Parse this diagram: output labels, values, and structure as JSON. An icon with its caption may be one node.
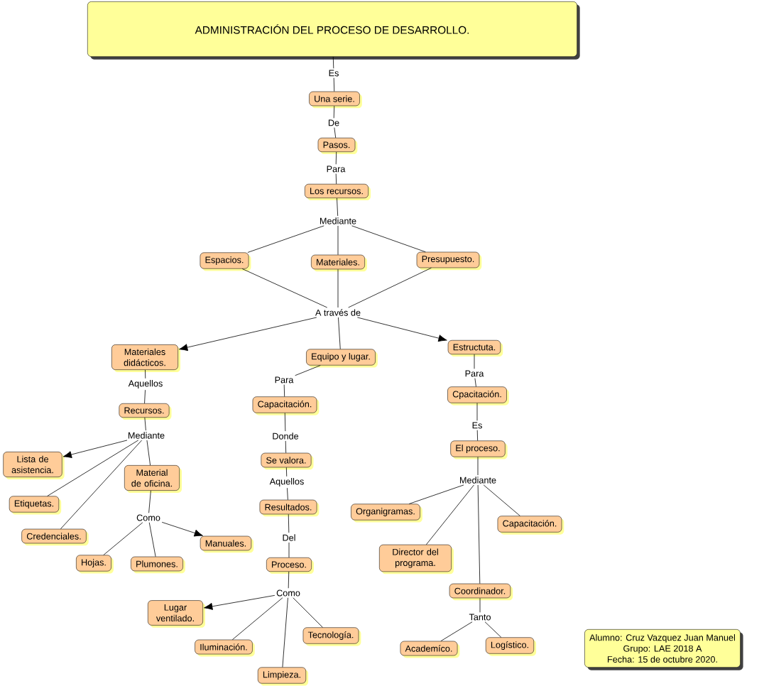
{
  "diagram": {
    "nodes": [
      {
        "text": [
          "ADMINISTRACIÓN DEL PROCESO DE DESARROLLO."
        ]
      },
      {
        "text": [
          "Es"
        ]
      },
      {
        "text": [
          "Una serie."
        ]
      },
      {
        "text": [
          "De"
        ]
      },
      {
        "text": [
          "Pasos."
        ]
      },
      {
        "text": [
          "Para"
        ]
      },
      {
        "text": [
          "Los recursos."
        ]
      },
      {
        "text": [
          "Mediante"
        ]
      },
      {
        "text": [
          "Espacios."
        ]
      },
      {
        "text": [
          "Materiales."
        ]
      },
      {
        "text": [
          "Presupuesto."
        ]
      },
      {
        "text": [
          "A través de"
        ]
      },
      {
        "text": [
          "Materiales didácticos."
        ]
      },
      {
        "text": [
          "Equipo y lugar."
        ]
      },
      {
        "text": [
          "Estructuta."
        ]
      },
      {
        "text": [
          "Aquellos"
        ]
      },
      {
        "text": [
          "Recursos."
        ]
      },
      {
        "text": [
          "Para"
        ]
      },
      {
        "text": [
          "Capacitación."
        ]
      },
      {
        "text": [
          "Para"
        ]
      },
      {
        "text": [
          "Cpacitación."
        ]
      },
      {
        "text": [
          "Mediante"
        ]
      },
      {
        "text": [
          "Lista de asistencia."
        ]
      },
      {
        "text": [
          "Material de oficina."
        ]
      },
      {
        "text": [
          "Etiquetas."
        ]
      },
      {
        "text": [
          "Credenciales."
        ]
      },
      {
        "text": [
          "Como"
        ]
      },
      {
        "text": [
          "Hojas."
        ]
      },
      {
        "text": [
          "Plumones."
        ]
      },
      {
        "text": [
          "Manuales."
        ]
      },
      {
        "text": [
          "Donde"
        ]
      },
      {
        "text": [
          "Se valora."
        ]
      },
      {
        "text": [
          "Aquellos"
        ]
      },
      {
        "text": [
          "Resultados."
        ]
      },
      {
        "text": [
          "Del"
        ]
      },
      {
        "text": [
          "Proceso."
        ]
      },
      {
        "text": [
          "Como"
        ]
      },
      {
        "text": [
          "Lugar ventilado."
        ]
      },
      {
        "text": [
          "Iluminación."
        ]
      },
      {
        "text": [
          "Tecnología."
        ]
      },
      {
        "text": [
          "Limpieza."
        ]
      },
      {
        "text": [
          "Es"
        ]
      },
      {
        "text": [
          "El proceso."
        ]
      },
      {
        "text": [
          "Mediante"
        ]
      },
      {
        "text": [
          "Organigramas."
        ]
      },
      {
        "text": [
          "Director del programa."
        ]
      },
      {
        "text": [
          "Capacitación."
        ]
      },
      {
        "text": [
          "Coordinador."
        ]
      },
      {
        "text": [
          "Tanto"
        ]
      },
      {
        "text": [
          "Academíco."
        ]
      },
      {
        "text": [
          "Logístico."
        ]
      },
      {
        "text": [
          "Alumno: Cruz Vazquez Juan Manuel",
          "Grupo: LAE 2018 A",
          "Fecha: 15 de octubre 2020."
        ]
      }
    ],
    "edges": [
      {
        "from": 0,
        "to": 1,
        "arrow": "none"
      },
      {
        "from": 1,
        "to": 2,
        "arrow": "none"
      },
      {
        "from": 2,
        "to": 3,
        "arrow": "none"
      },
      {
        "from": 3,
        "to": 4,
        "arrow": "none"
      },
      {
        "from": 4,
        "to": 5,
        "arrow": "none"
      },
      {
        "from": 5,
        "to": 6,
        "arrow": "none"
      },
      {
        "from": 6,
        "to": 7,
        "arrow": "none"
      },
      {
        "from": 7,
        "to": 8,
        "arrow": "none"
      },
      {
        "from": 7,
        "to": 9,
        "arrow": "none"
      },
      {
        "from": 7,
        "to": 10,
        "arrow": "none"
      },
      {
        "from": 8,
        "to": 11,
        "arrow": "none"
      },
      {
        "from": 9,
        "to": 11,
        "arrow": "none"
      },
      {
        "from": 10,
        "to": 11,
        "arrow": "none"
      },
      {
        "from": 11,
        "to": 12,
        "arrow": "to"
      },
      {
        "from": 11,
        "to": 13,
        "arrow": "none"
      },
      {
        "from": 11,
        "to": 14,
        "arrow": "to"
      },
      {
        "from": 12,
        "to": 15,
        "arrow": "none"
      },
      {
        "from": 15,
        "to": 16,
        "arrow": "none"
      },
      {
        "from": 16,
        "to": 21,
        "arrow": "none"
      },
      {
        "from": 21,
        "to": 22,
        "arrow": "to"
      },
      {
        "from": 21,
        "to": 24,
        "arrow": "none"
      },
      {
        "from": 21,
        "to": 25,
        "arrow": "none"
      },
      {
        "from": 21,
        "to": 23,
        "arrow": "none"
      },
      {
        "from": 23,
        "to": 26,
        "arrow": "none"
      },
      {
        "from": 26,
        "to": 27,
        "arrow": "none"
      },
      {
        "from": 26,
        "to": 28,
        "arrow": "none"
      },
      {
        "from": 26,
        "to": 29,
        "arrow": "to"
      },
      {
        "from": 13,
        "to": 17,
        "arrow": "none"
      },
      {
        "from": 17,
        "to": 18,
        "arrow": "none"
      },
      {
        "from": 18,
        "to": 30,
        "arrow": "none"
      },
      {
        "from": 30,
        "to": 31,
        "arrow": "none"
      },
      {
        "from": 31,
        "to": 32,
        "arrow": "none"
      },
      {
        "from": 32,
        "to": 33,
        "arrow": "none"
      },
      {
        "from": 33,
        "to": 34,
        "arrow": "none"
      },
      {
        "from": 34,
        "to": 35,
        "arrow": "none"
      },
      {
        "from": 35,
        "to": 36,
        "arrow": "none"
      },
      {
        "from": 36,
        "to": 37,
        "arrow": "to"
      },
      {
        "from": 36,
        "to": 38,
        "arrow": "none"
      },
      {
        "from": 36,
        "to": 40,
        "arrow": "none"
      },
      {
        "from": 36,
        "to": 39,
        "arrow": "none"
      },
      {
        "from": 14,
        "to": 19,
        "arrow": "none"
      },
      {
        "from": 19,
        "to": 20,
        "arrow": "none"
      },
      {
        "from": 20,
        "to": 41,
        "arrow": "none"
      },
      {
        "from": 41,
        "to": 42,
        "arrow": "none"
      },
      {
        "from": 42,
        "to": 43,
        "arrow": "none"
      },
      {
        "from": 43,
        "to": 44,
        "arrow": "none"
      },
      {
        "from": 43,
        "to": 45,
        "arrow": "none"
      },
      {
        "from": 43,
        "to": 46,
        "arrow": "none"
      },
      {
        "from": 43,
        "to": 47,
        "arrow": "none"
      },
      {
        "from": 47,
        "to": 48,
        "arrow": "none"
      },
      {
        "from": 48,
        "to": 49,
        "arrow": "none"
      },
      {
        "from": 48,
        "to": 50,
        "arrow": "none"
      }
    ]
  }
}
